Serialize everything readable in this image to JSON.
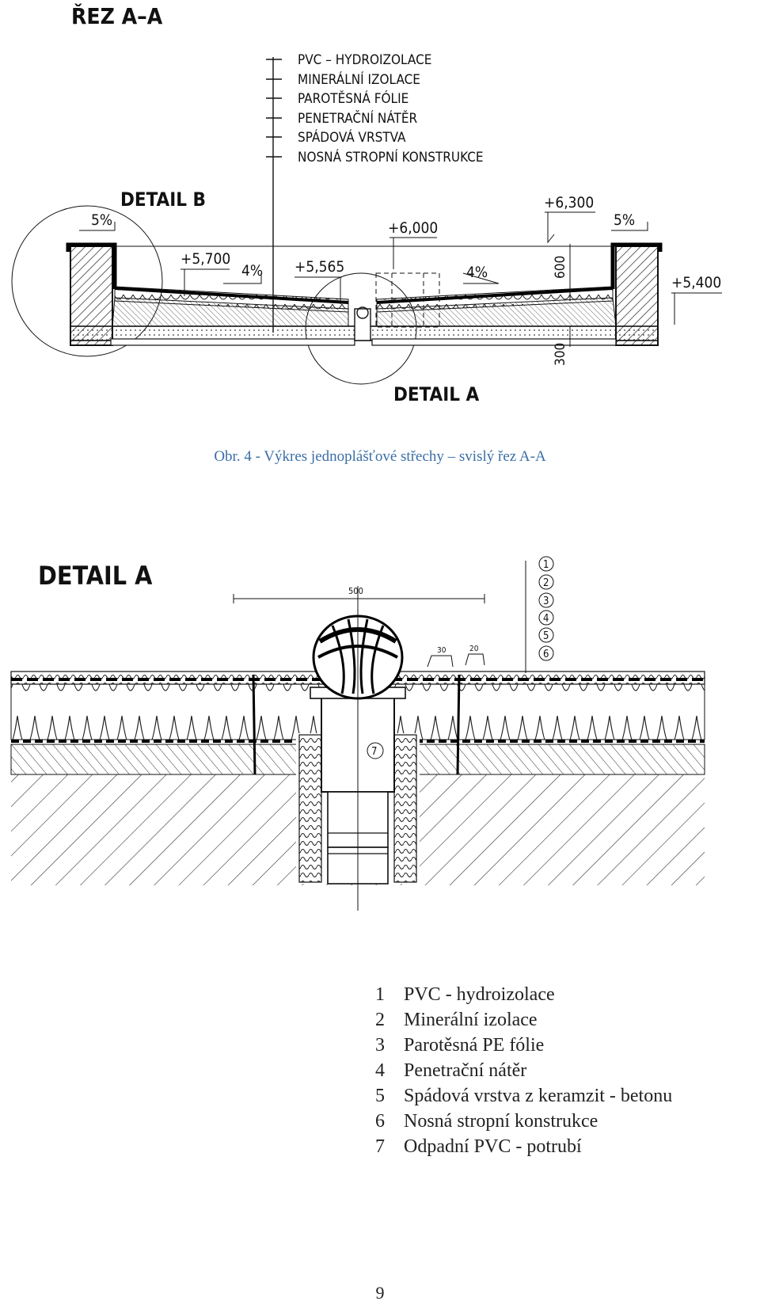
{
  "section": {
    "title": "ŘEZ A–A",
    "layers": [
      "PVC – HYDROIZOLACE",
      "MINERÁLNÍ IZOLACE",
      "PAROTĚSNÁ FÓLIE",
      "PENETRAČNÍ NÁTĚR",
      "SPÁDOVÁ VRSTVA",
      "NOSNÁ STROPNÍ KONSTRUKCE"
    ],
    "detail_b": "DETAIL B",
    "detail_a": "DETAIL A",
    "elevations": [
      "+6,300",
      "+6,000",
      "+5,700",
      "+5,565",
      "+5,400"
    ],
    "slopes": [
      "5%",
      "4%",
      "4%",
      "5%"
    ],
    "dims": [
      "600",
      "300"
    ]
  },
  "caption": "Obr.  4 - Výkres jednoplášťové střechy – svislý řez A-A",
  "detail": {
    "title": "DETAIL A",
    "dim_500": "500",
    "dim_30": "30",
    "dim_20": "20",
    "markers": [
      "1",
      "2",
      "3",
      "4",
      "5",
      "6"
    ],
    "pipe_marker": "7"
  },
  "legend": [
    {
      "num": "1",
      "text": "PVC - hydroizolace"
    },
    {
      "num": "2",
      "text": "Minerální izolace"
    },
    {
      "num": "3",
      "text": "Parotěsná PE fólie"
    },
    {
      "num": "4",
      "text": "Penetrační nátěr"
    },
    {
      "num": "5",
      "text": "Spádová vrstva z keramzit - betonu"
    },
    {
      "num": "6",
      "text": "Nosná stropní konstrukce"
    },
    {
      "num": "7",
      "text": "Odpadní PVC - potrubí"
    }
  ],
  "page_number": "9"
}
